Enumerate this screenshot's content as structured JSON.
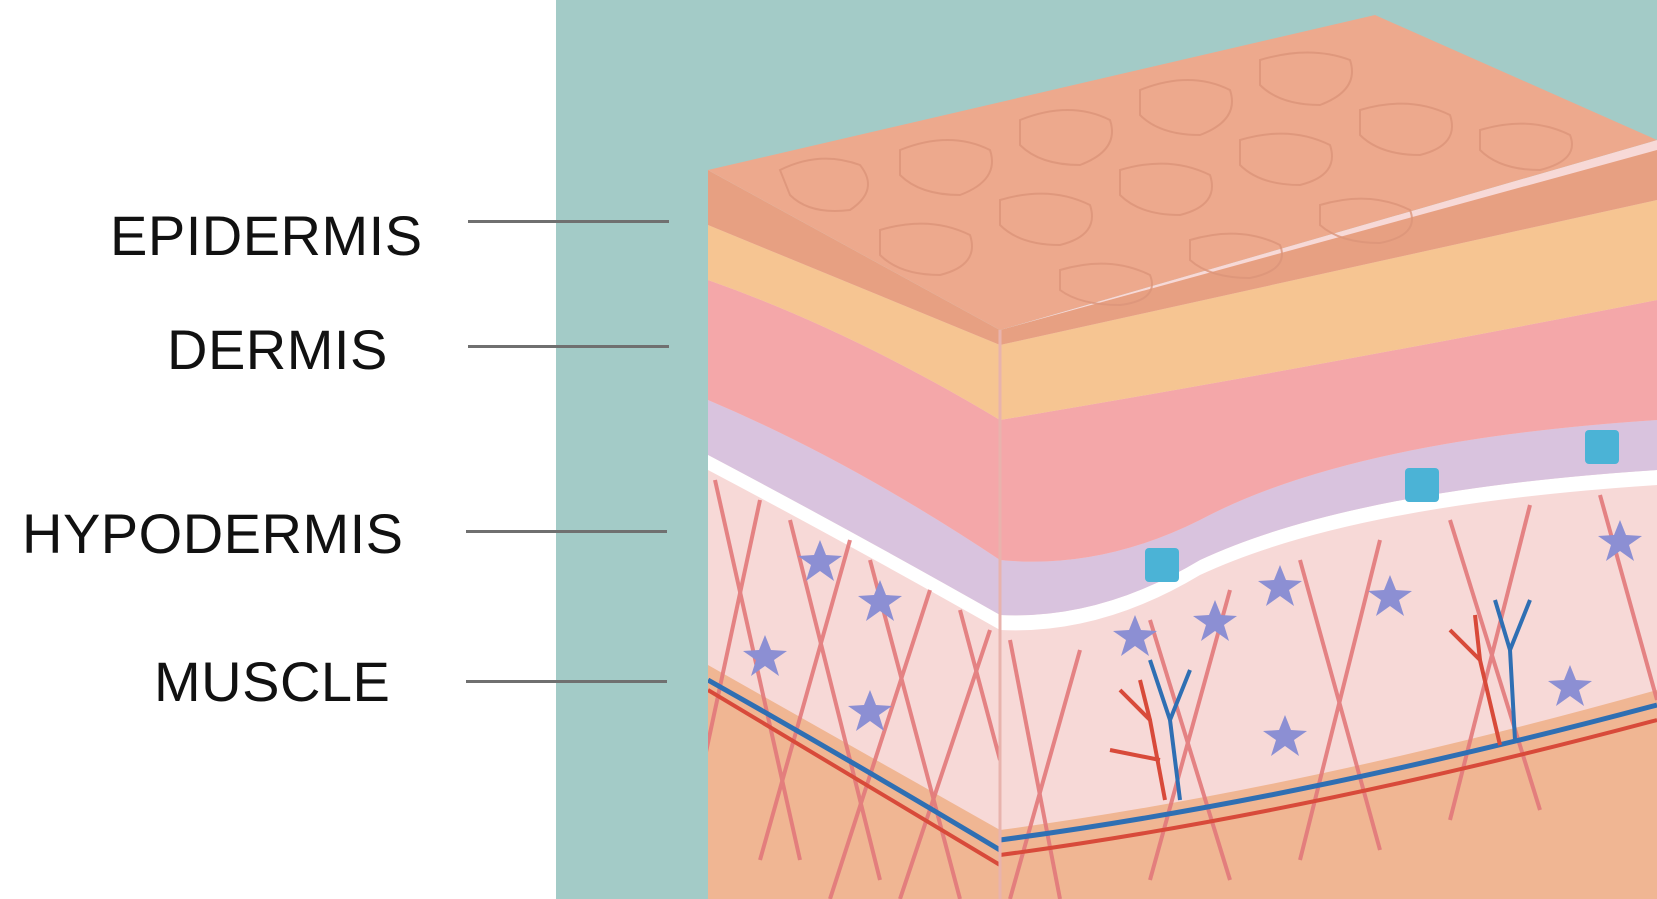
{
  "labels": {
    "epidermis": "EPIDERMIS",
    "dermis": "DERMIS",
    "hypodermis": "HYPODERMIS",
    "muscle": "MUSCLE"
  },
  "colors": {
    "background": "#a3cbc7",
    "top_surface": "#eda98d",
    "epidermis_layer": "#f6c592",
    "dermis_cells": "#f4a7a9",
    "basal_layer": "#d9c3de",
    "melanocyte": "#4bb3d6",
    "hypodermis": "#f7d9d7",
    "fiber": "#e2797b",
    "star_cell": "#8c8fd3",
    "muscle": "#f0b693",
    "artery": "#d84a3a",
    "vein": "#2f6fb3"
  }
}
